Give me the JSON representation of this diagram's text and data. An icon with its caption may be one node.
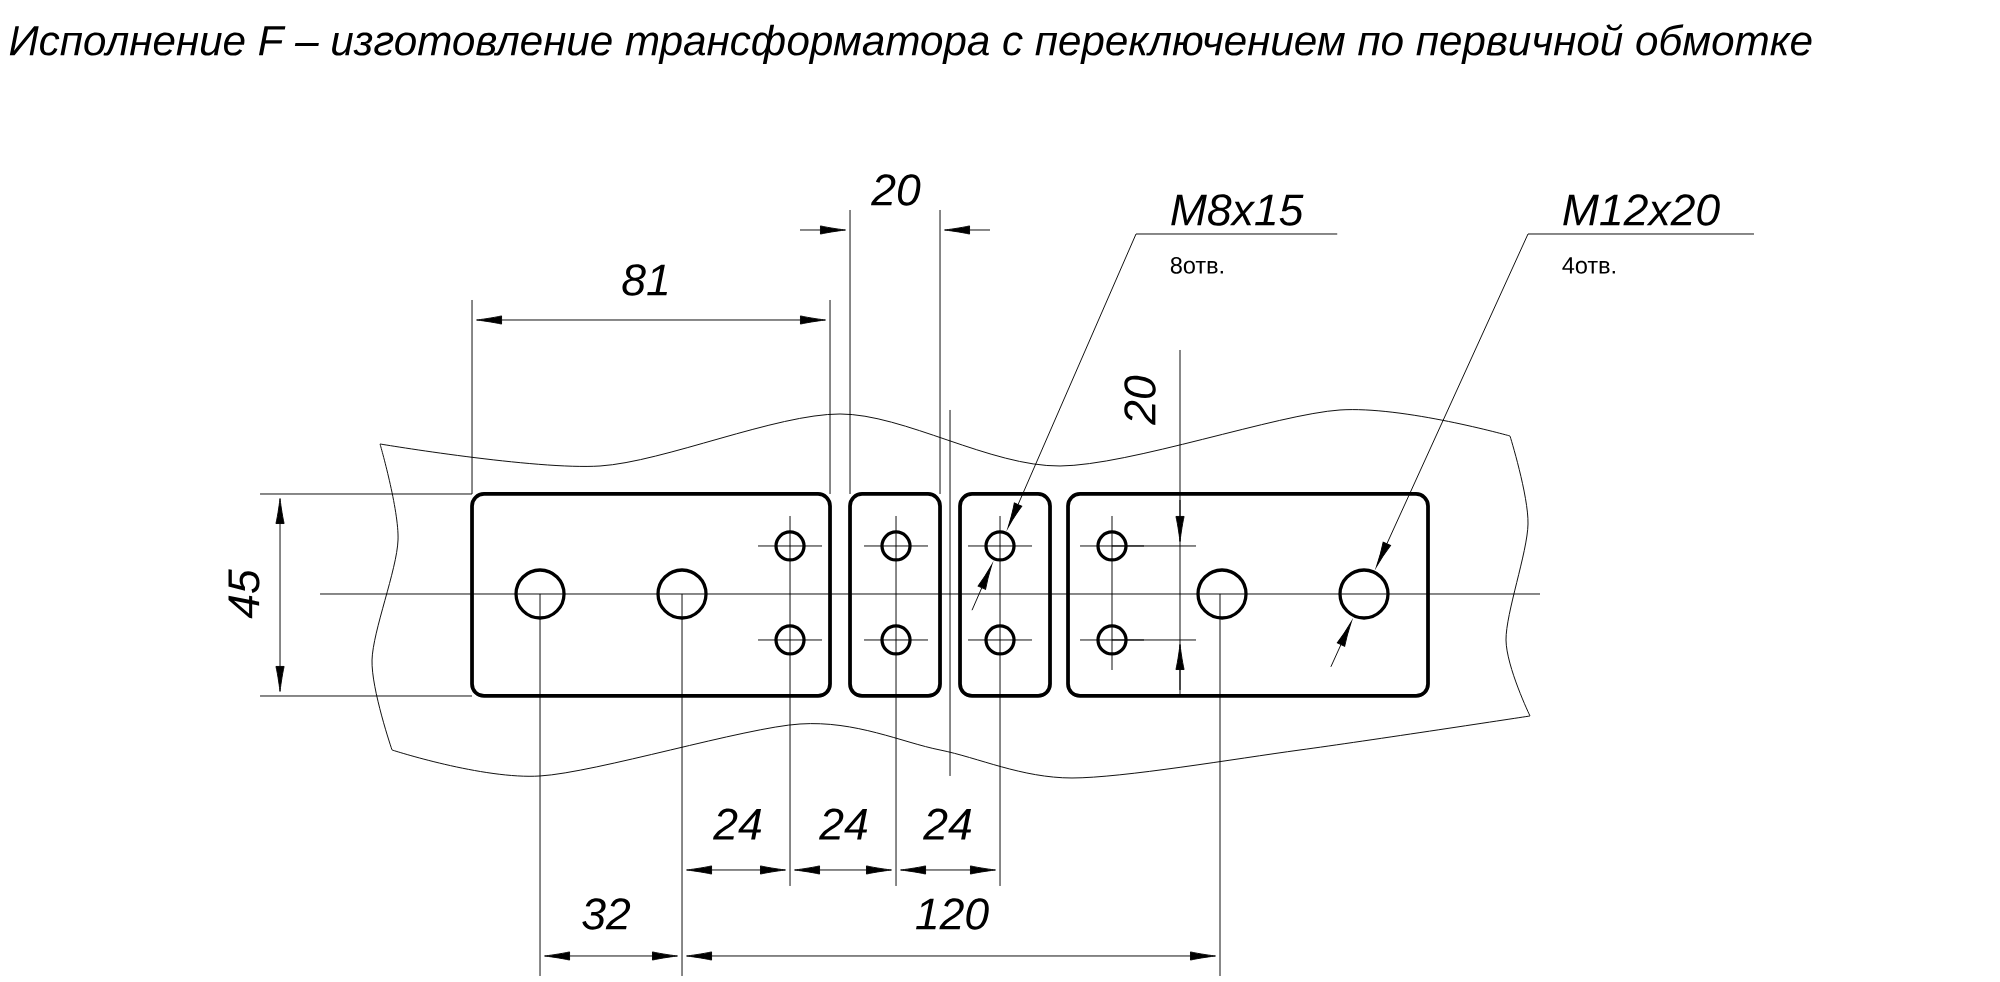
{
  "diagram": {
    "title": "Исполнение F – изготовление трансформатора с переключением по первичной обмотке",
    "nodes": [
      {
        "text": [
          "M8x15",
          "8отв."
        ]
      },
      {
        "text": [],
        "shape": "circle"
      },
      {
        "text": [
          "M12x20",
          "4отв."
        ]
      },
      {
        "text": [],
        "shape": "circle"
      }
    ],
    "edges": [
      {
        "from": 0,
        "to": 1,
        "arrow": "to"
      },
      {
        "from": 2,
        "to": 3,
        "arrow": "to"
      }
    ],
    "labels": [
      "20",
      "81",
      "20",
      "45",
      "24",
      "24",
      "24",
      "32",
      "120"
    ]
  }
}
